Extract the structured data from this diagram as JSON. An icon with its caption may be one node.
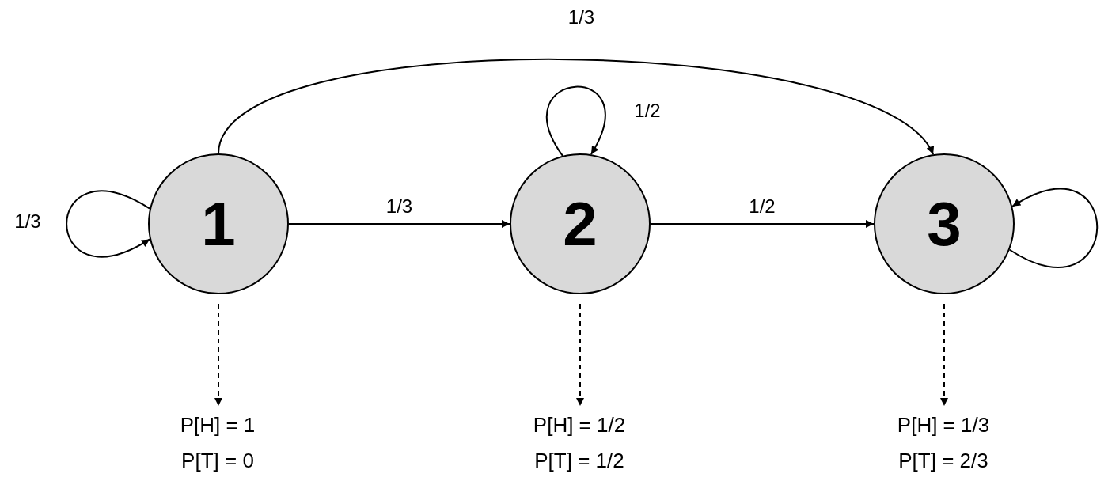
{
  "diagram": {
    "nodes": [
      {
        "text": [
          "1"
        ]
      },
      {
        "text": [
          "2"
        ]
      },
      {
        "text": [
          "3"
        ]
      },
      {
        "text": [
          "P[H] = 1",
          "P[T] = 0"
        ]
      },
      {
        "text": [
          "P[H] = 1/2",
          "P[T] = 1/2"
        ]
      },
      {
        "text": [
          "P[H] = 1/3",
          "P[T] = 2/3"
        ]
      }
    ],
    "edges": [
      {
        "from": 0,
        "to": 0,
        "arrow": "to",
        "label": "1/3"
      },
      {
        "from": 0,
        "to": 1,
        "arrow": "to",
        "label": "1/3"
      },
      {
        "from": 0,
        "to": 2,
        "arrow": "to",
        "label": "1/3"
      },
      {
        "from": 1,
        "to": 1,
        "arrow": "to",
        "label": "1/2"
      },
      {
        "from": 1,
        "to": 2,
        "arrow": "to",
        "label": "1/2"
      },
      {
        "from": 2,
        "to": 2,
        "arrow": "to"
      },
      {
        "from": 0,
        "to": 3,
        "arrow": "to",
        "style": "dashed"
      },
      {
        "from": 1,
        "to": 4,
        "arrow": "to",
        "style": "dashed"
      },
      {
        "from": 2,
        "to": 5,
        "arrow": "to",
        "style": "dashed"
      }
    ]
  }
}
